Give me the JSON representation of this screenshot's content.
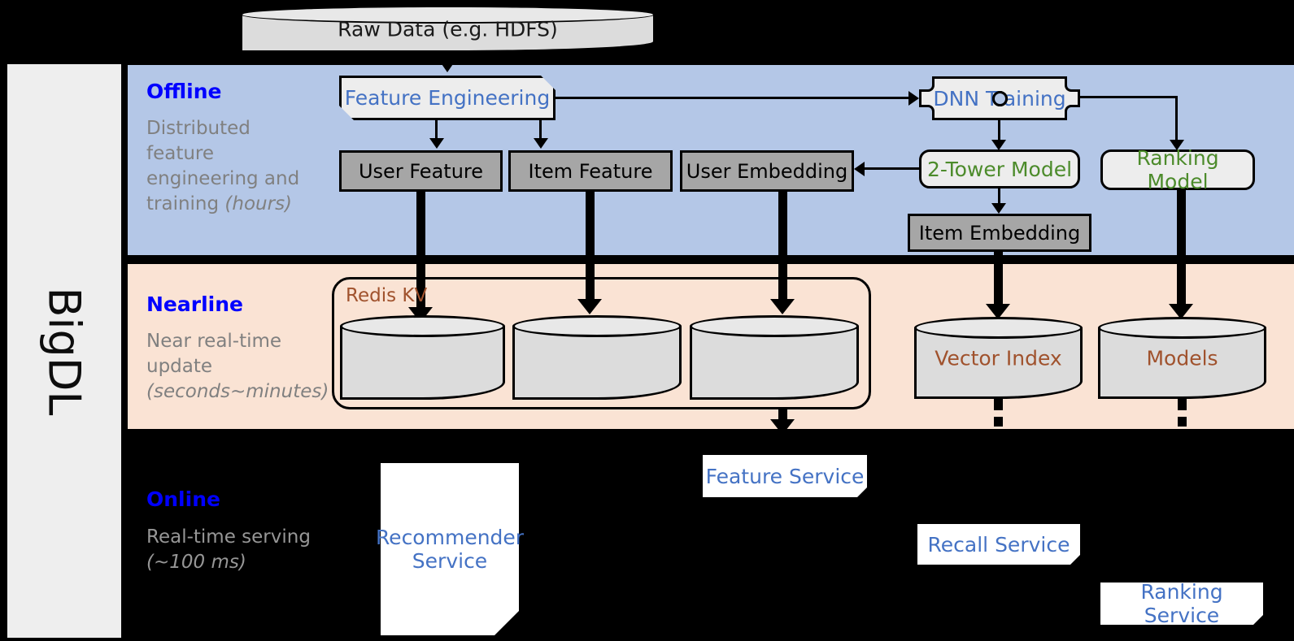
{
  "framework": {
    "label": "BigDL"
  },
  "source": {
    "label": "Raw Data (e.g. HDFS)",
    "icon": "database-cylinder-icon"
  },
  "sections": [
    {
      "id": "offline",
      "title": "Offline",
      "desc_plain": "Distributed feature engineering and training ",
      "desc_italic": "(hours)",
      "bg": "#b4c7e7",
      "title_color": "#0000ff"
    },
    {
      "id": "nearline",
      "title": "Nearline",
      "desc_plain": "Near real-time update ",
      "desc_italic": "(seconds~minutes)",
      "bg": "#fae3d4",
      "title_color": "#0000ff"
    },
    {
      "id": "online",
      "title": "Online",
      "desc_plain": "Real-time serving ",
      "desc_italic": "(~100 ms)",
      "bg": "#000000",
      "title_color": "#0000ff"
    }
  ],
  "offline_nodes": {
    "feature_engineering": {
      "label": "Feature Engineering",
      "text_color": "#4472c4"
    },
    "dnn_training": {
      "label": "DNN Training",
      "text_color": "#4472c4"
    },
    "user_feature": {
      "label": "User Feature",
      "text_color": "#000000"
    },
    "item_feature": {
      "label": "Item Feature",
      "text_color": "#000000"
    },
    "user_embedding": {
      "label": "User Embedding",
      "text_color": "#000000"
    },
    "two_tower_model": {
      "label": "2-Tower Model",
      "text_color": "#4c8b2b"
    },
    "ranking_model": {
      "label": "Ranking Model",
      "text_color": "#4c8b2b"
    },
    "item_embedding": {
      "label": "Item Embedding",
      "text_color": "#000000"
    }
  },
  "nearline_nodes": {
    "redis_group": {
      "label": "Redis KV",
      "text_color": "#a0522d"
    },
    "store_user_feature": {
      "label": "",
      "icon": "database-cylinder-icon"
    },
    "store_item_feature": {
      "label": "",
      "icon": "database-cylinder-icon"
    },
    "store_user_embedding": {
      "label": "",
      "icon": "database-cylinder-icon"
    },
    "vector_index": {
      "label": "Vector Index",
      "text_color": "#a0522d",
      "icon": "database-cylinder-icon"
    },
    "models": {
      "label": "Models",
      "text_color": "#a0522d",
      "icon": "database-cylinder-icon"
    }
  },
  "online_nodes": {
    "recommender_service": {
      "label": "Recommender Service",
      "text_color": "#4472c4",
      "icon": "document-page-icon"
    },
    "feature_service": {
      "label": "Feature Service",
      "text_color": "#4472c4",
      "icon": "document-page-icon"
    },
    "recall_service": {
      "label": "Recall Service",
      "text_color": "#4472c4",
      "icon": "document-page-icon"
    },
    "ranking_service": {
      "label": "Ranking Service",
      "text_color": "#4472c4",
      "icon": "document-page-icon"
    }
  },
  "colors": {
    "offline_bg": "#b4c7e7",
    "nearline_bg": "#fae3d4",
    "online_bg": "#000000",
    "gray_box": "#a6a6a6",
    "light_box": "#ededed",
    "cylinder": "#dcdcdc",
    "blue_text": "#4472c4",
    "green_text": "#4c8b2b",
    "brown_text": "#a0522d",
    "section_title": "#0000ff",
    "desc_text": "#808080"
  }
}
